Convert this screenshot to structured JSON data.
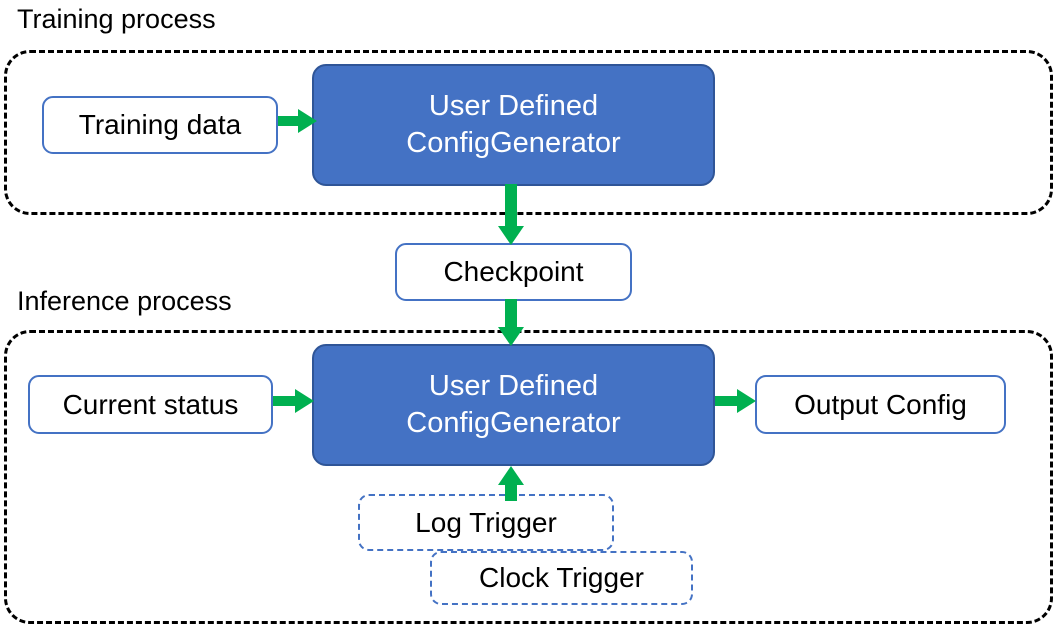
{
  "diagram": {
    "title_training": "Training process",
    "title_inference": "Inference process",
    "colors": {
      "accent_blue": "#4472C4",
      "blue_border": "#2F5597",
      "arrow_green": "#00B050",
      "container_dash": "#000000",
      "box_text": "#000000",
      "primary_text": "#FFFFFF",
      "background": "#FFFFFF"
    },
    "sections": [
      {
        "id": "training",
        "label": "Training process",
        "border_style": "dashed",
        "nodes": [
          "training-data",
          "train-generator"
        ]
      },
      {
        "id": "inference",
        "label": "Inference process",
        "border_style": "dashed",
        "nodes": [
          "current-status",
          "infer-generator",
          "output-config",
          "log-trigger",
          "clock-trigger"
        ]
      }
    ],
    "nodes": {
      "training_data": {
        "label": "Training data",
        "style": "outlined"
      },
      "train_generator": {
        "label_line1": "User Defined",
        "label_line2": "ConfigGenerator",
        "style": "filled-blue"
      },
      "checkpoint": {
        "label": "Checkpoint",
        "style": "outlined"
      },
      "current_status": {
        "label": "Current status",
        "style": "outlined"
      },
      "infer_generator": {
        "label_line1": "User Defined",
        "label_line2": "ConfigGenerator",
        "style": "filled-blue"
      },
      "output_config": {
        "label": "Output Config",
        "style": "outlined"
      },
      "log_trigger": {
        "label": "Log Trigger",
        "style": "dashed-outlined"
      },
      "clock_trigger": {
        "label": "Clock Trigger",
        "style": "dashed-outlined"
      }
    },
    "edges": [
      {
        "id": "training-data-to-generator",
        "from": "training_data",
        "to": "train_generator",
        "direction": "right",
        "color": "#00B050"
      },
      {
        "id": "generator-to-checkpoint",
        "from": "train_generator",
        "to": "checkpoint",
        "direction": "down",
        "color": "#00B050"
      },
      {
        "id": "checkpoint-to-generator",
        "from": "checkpoint",
        "to": "infer_generator",
        "direction": "down",
        "color": "#00B050"
      },
      {
        "id": "status-to-generator",
        "from": "current_status",
        "to": "infer_generator",
        "direction": "right",
        "color": "#00B050"
      },
      {
        "id": "generator-to-output",
        "from": "infer_generator",
        "to": "output_config",
        "direction": "right",
        "color": "#00B050"
      },
      {
        "id": "trigger-to-generator",
        "from": "log_trigger",
        "to": "infer_generator",
        "direction": "up",
        "color": "#00B050"
      }
    ]
  }
}
